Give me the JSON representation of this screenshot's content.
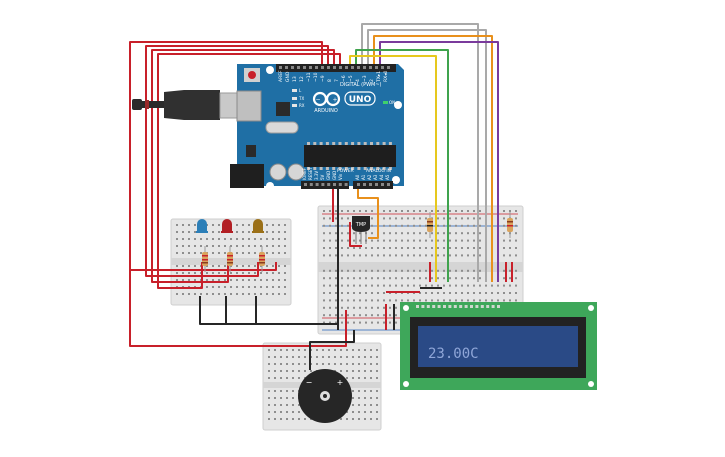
{
  "arduino": {
    "brand": "ARDUINO",
    "model": "UNO",
    "digital_label": "DIGITAL (PWM~)",
    "analog_label": "ANALOG IN",
    "power_label": "POWER",
    "tx_label": "TX",
    "rx_label": "RX",
    "on_label": "ON",
    "l_label": "L",
    "pin_labels": [
      "AREF",
      "GND",
      "13",
      "12",
      "~11",
      "~10",
      "~9",
      "8",
      "7",
      "~6",
      "~5",
      "4",
      "~3",
      "2",
      "TX▸1",
      "RX◂0"
    ],
    "power_pins": [
      "IOREF",
      "RESET",
      "3.3V",
      "5V",
      "GND",
      "GND",
      "Vin"
    ],
    "analog_pins": [
      "A0",
      "A1",
      "A2",
      "A3",
      "A4",
      "A5"
    ]
  },
  "sensor": {
    "label": "TMP"
  },
  "buzzer": {
    "minus": "−",
    "plus": "+"
  },
  "lcd": {
    "text": "23.00C"
  },
  "colors": {
    "arduino": "#1f6fa5",
    "breadboard": "#e4e4e4",
    "lcd_pcb": "#3ea75a",
    "lcd_screen": "#2a4a86",
    "lcd_text": "#8fa6d8",
    "wire_red": "#c8202a",
    "wire_black": "#262626",
    "wire_orange": "#e8901c",
    "wire_yellow": "#e6c81e",
    "wire_green": "#3fa34d",
    "wire_grey": "#a9a9a9",
    "wire_purple": "#7a3a9c"
  },
  "icons": [
    "usb-cable-icon",
    "reset-button-icon",
    "arduino-logo-icon",
    "led-icon",
    "resistor-icon",
    "buzzer-icon",
    "tmp-sensor-icon"
  ]
}
